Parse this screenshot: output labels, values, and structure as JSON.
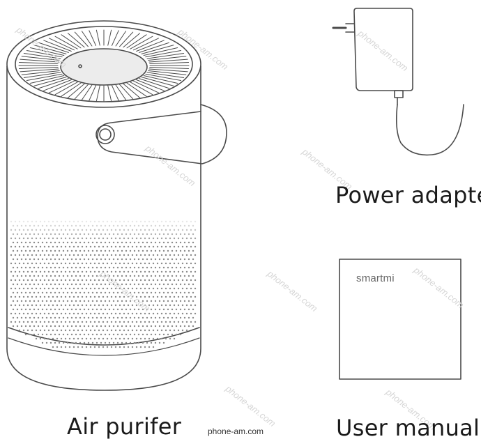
{
  "captions": {
    "purifier": "Air purifer",
    "adapter": "Power adapter",
    "manual": "User manual"
  },
  "manual_brand": "smartmi",
  "site_label": "phone-am.com",
  "watermark": "phone-am.com",
  "colors": {
    "line": "#4a4a4a",
    "ink": "#1a1a1a",
    "watermark": "#d6d6d6"
  }
}
